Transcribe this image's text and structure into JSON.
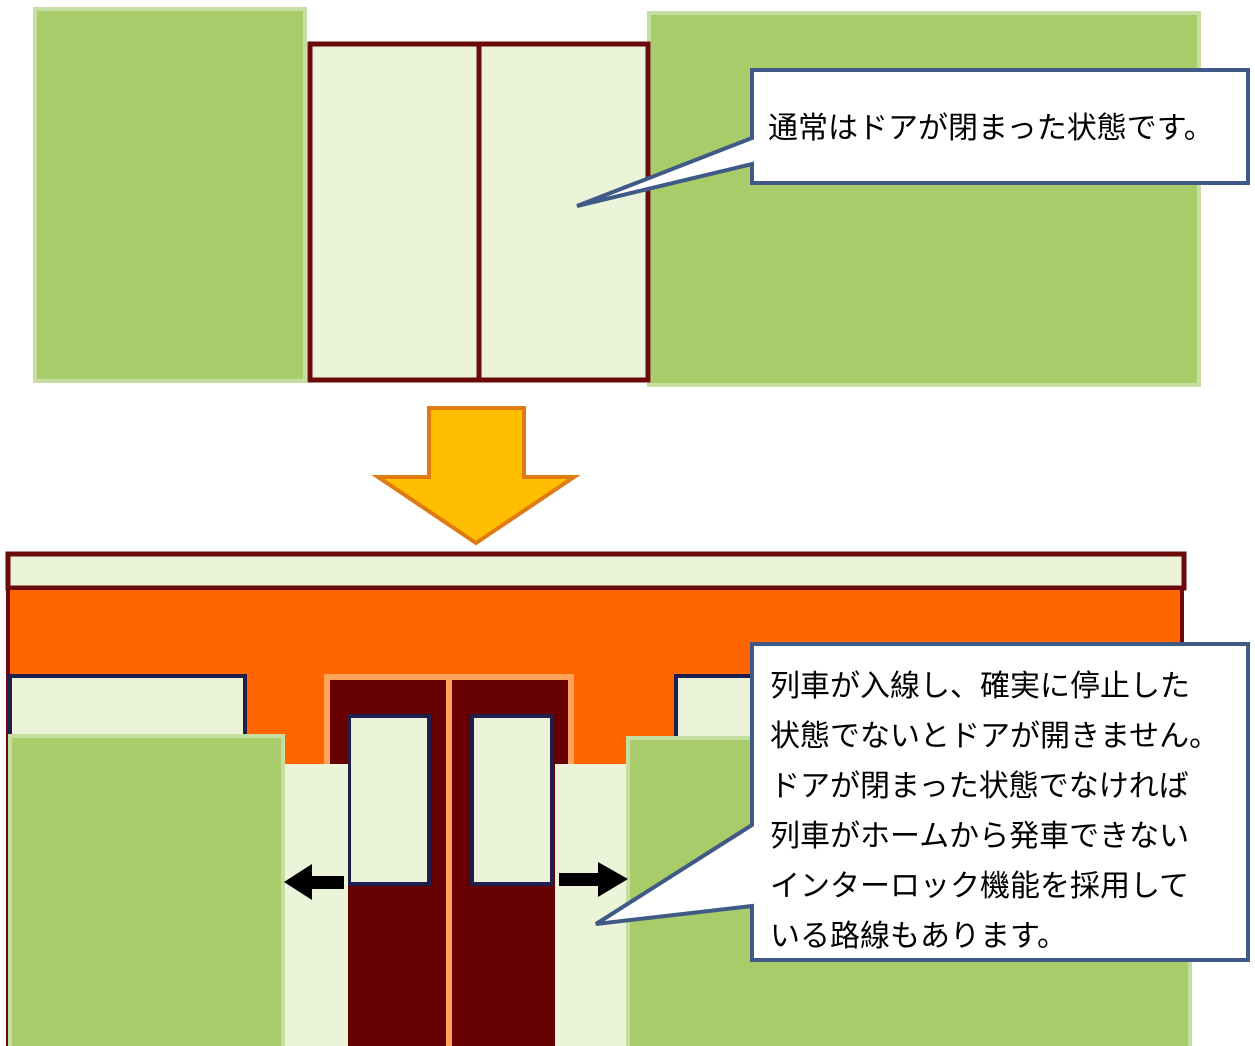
{
  "colors": {
    "platform_wall": "#a9cc6a",
    "platform_wall_edge": "#c6dea2",
    "screen_door_panel": "#ebf4d8",
    "screen_door_frame": "#6b0a0a",
    "arrow_fill": "#ffbe00",
    "arrow_stroke": "#e07a12",
    "train_body": "#ff6600",
    "train_roof_outline": "#6b0a0a",
    "train_door": "#660000",
    "train_door_trim": "#ffa35c",
    "window_outline": "#1f1f4d",
    "callout_border": "#3f5a86",
    "open_arrow": "#000000"
  },
  "callouts": {
    "closed_state": {
      "lines": [
        "通常はドアが閉まった状態です。"
      ]
    },
    "open_state": {
      "lines": [
        "列車が入線し、確実に停止した",
        "状態でないとドアが開きません。",
        "ドアが閉まった状態でなければ",
        "列車がホームから発車できない",
        "インターロック機能を採用して",
        "いる路線もあります。"
      ]
    }
  },
  "icons": {
    "transition": "down-arrow-icon",
    "door_open_left": "left-arrow-icon",
    "door_open_right": "right-arrow-icon"
  }
}
